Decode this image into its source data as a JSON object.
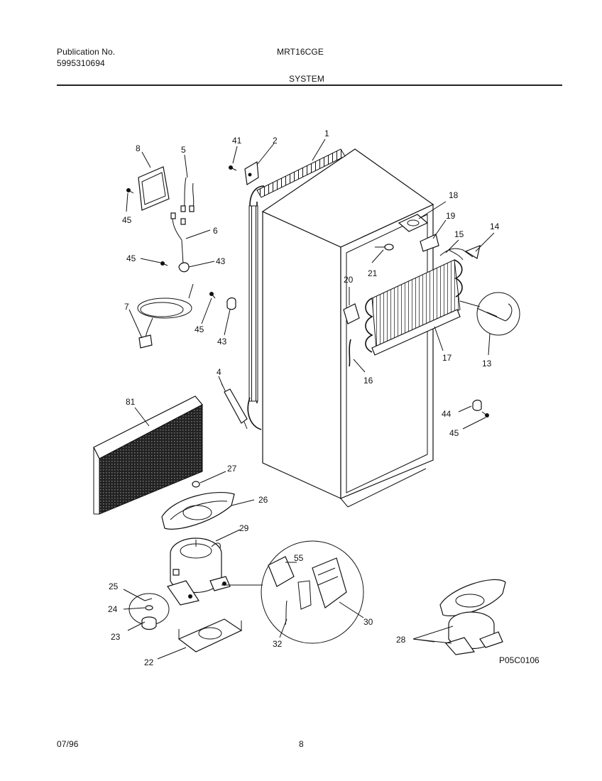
{
  "header": {
    "publication_label": "Publication No.",
    "publication_number": "5995310694",
    "model": "MRT16CGE",
    "section": "SYSTEM"
  },
  "footer": {
    "date": "07/96",
    "page": "8"
  },
  "diagram": {
    "code": "P05C0106",
    "callouts": [
      "1",
      "2",
      "4",
      "5",
      "6",
      "7",
      "8",
      "13",
      "14",
      "15",
      "16",
      "17",
      "18",
      "19",
      "20",
      "21",
      "22",
      "23",
      "24",
      "25",
      "26",
      "27",
      "28",
      "29",
      "30",
      "32",
      "41",
      "43",
      "44",
      "45",
      "55",
      "81"
    ]
  }
}
